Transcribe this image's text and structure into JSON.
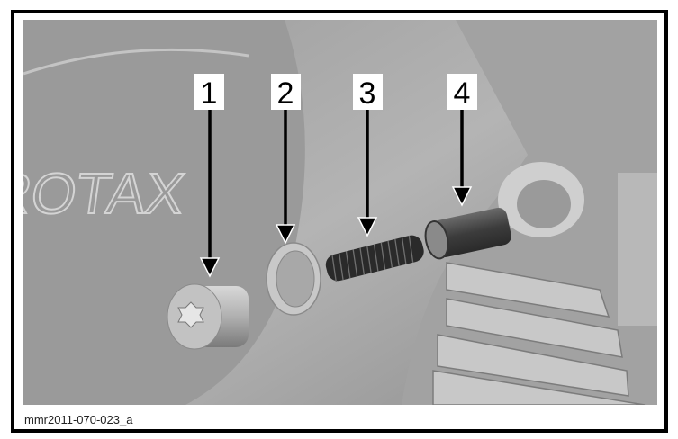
{
  "figure": {
    "caption": "mmr2011-070-023_a",
    "callouts": [
      {
        "label": "1",
        "part": "bolt"
      },
      {
        "label": "2",
        "part": "washer"
      },
      {
        "label": "3",
        "part": "spring"
      },
      {
        "label": "4",
        "part": "sleeve"
      }
    ],
    "colors": {
      "background": "#a9a9a9",
      "frame": "#000000",
      "parts_dark": "#3a3a3a"
    }
  }
}
